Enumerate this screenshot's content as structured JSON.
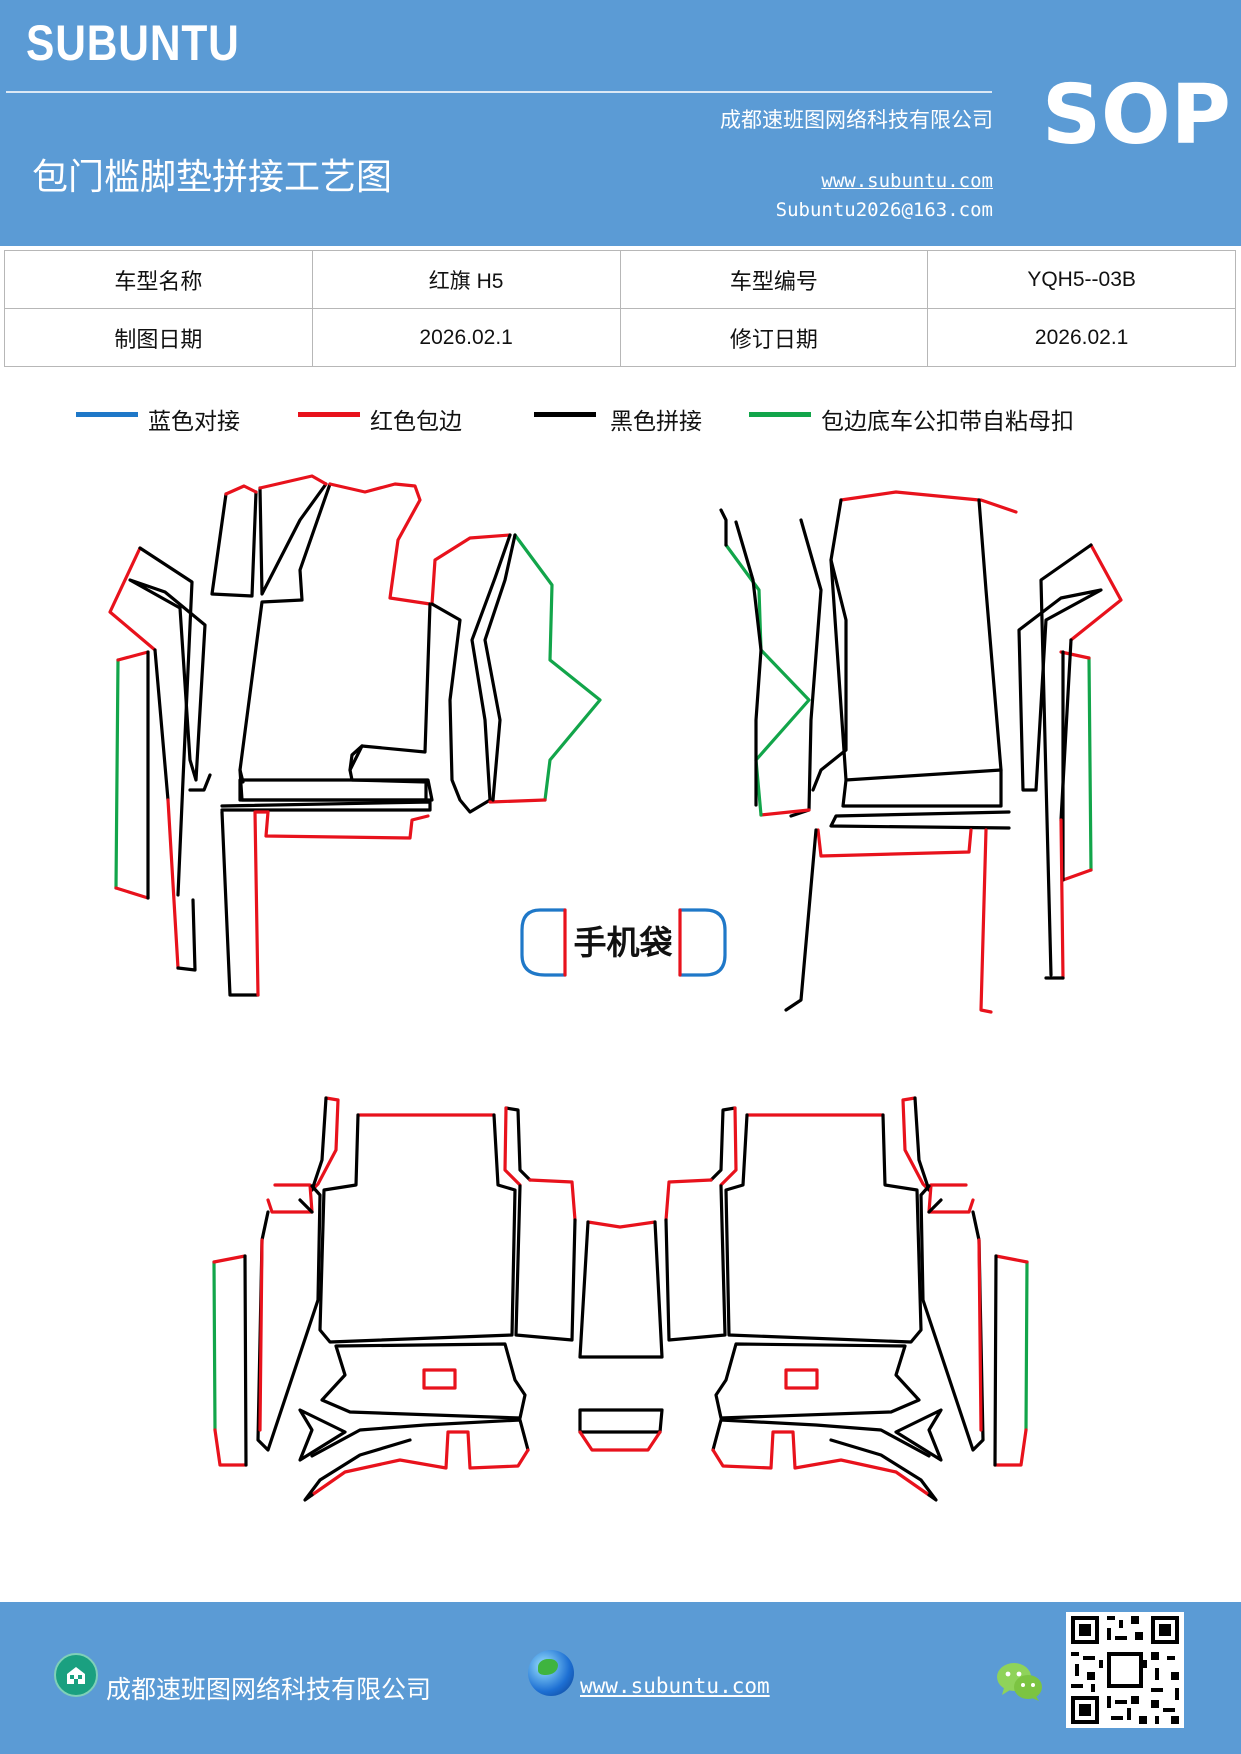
{
  "header": {
    "brand": "SUBUNTU",
    "badge": "SOP",
    "company": "成都速班图网络科技有限公司",
    "title": "包门槛脚垫拼接工艺图",
    "website": "www.subuntu.com",
    "email": "Subuntu2026@163.com"
  },
  "info_table": {
    "row1": [
      "车型名称",
      "红旗 H5",
      "车型编号",
      "YQH5--03B"
    ],
    "row2": [
      "制图日期",
      "2026.02.1",
      "修订日期",
      "2026.02.1"
    ]
  },
  "legend": [
    {
      "label": "蓝色对接",
      "color": "#1f78c8"
    },
    {
      "label": "红色包边",
      "color": "#e8121c"
    },
    {
      "label": "黑色拼接",
      "color": "#000000"
    },
    {
      "label": "包边底车公扣带自粘母扣",
      "color": "#12a54a"
    }
  ],
  "diagram": {
    "phone_bag_label": "手机袋"
  },
  "footer": {
    "company": "成都速班图网络科技有限公司",
    "website": "www.subuntu.com "
  },
  "icons": [
    "building-icon",
    "globe-icon",
    "wechat-icon",
    "qr-code"
  ]
}
